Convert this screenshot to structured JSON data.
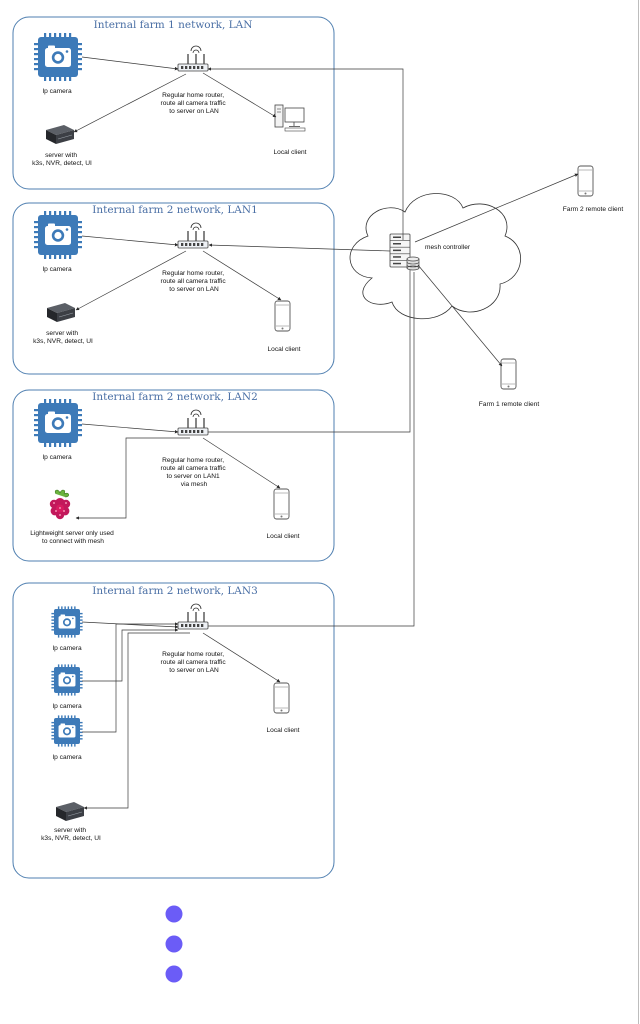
{
  "networks": [
    {
      "title": "Internal farm 1 network, LAN",
      "cameras": [
        "Ip camera"
      ],
      "router_label": [
        "Regular home router,",
        "route all camera traffic",
        "to server on LAN"
      ],
      "server_label": [
        "server with",
        "k3s, NVR, detect, UI"
      ],
      "client_label": "Local client"
    },
    {
      "title": "Internal farm 2 network, LAN1",
      "cameras": [
        "Ip camera"
      ],
      "router_label": [
        "Regular home router,",
        "route all camera traffic",
        "to server on LAN"
      ],
      "server_label": [
        "server with",
        "k3s, NVR, detect, UI"
      ],
      "client_label": "Local client"
    },
    {
      "title": "Internal farm 2 network, LAN2",
      "cameras": [
        "Ip camera"
      ],
      "router_label": [
        "Regular home router,",
        "route all camera traffic",
        "to server on LAN1",
        "via mesh"
      ],
      "server_label": [
        "Lightweight server only used",
        "to connect with mesh"
      ],
      "client_label": "Local client"
    },
    {
      "title": "Internal farm 2 network, LAN3",
      "cameras": [
        "Ip camera",
        "Ip camera",
        "Ip camera"
      ],
      "router_label": [
        "Regular home router,",
        "route all camera traffic",
        "to server on LAN"
      ],
      "server_label": [
        "server with",
        "k3s, NVR, detect, UI"
      ],
      "client_label": "Local client"
    }
  ],
  "mesh": {
    "label": "mesh controller"
  },
  "remote_clients": {
    "farm2": "Farm 2 remote client",
    "farm1": "Farm 1 remote client"
  },
  "colors": {
    "frame": "#4f7fb0",
    "title": "#4a6fa5",
    "camera": "#3d7ab8",
    "dot": "#6b5cf7"
  },
  "icons": [
    "camera-chip-icon",
    "router-icon",
    "server-icon",
    "desktop-pc-icon",
    "phone-icon",
    "raspberry-pi-icon",
    "cloud-icon",
    "server-rack-icon",
    "database-icon"
  ]
}
